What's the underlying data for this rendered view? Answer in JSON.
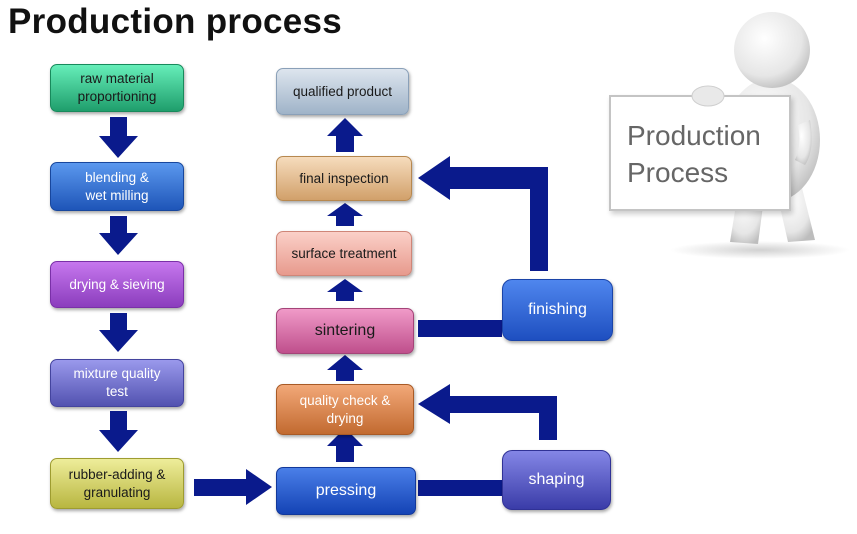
{
  "title": "Production process",
  "left_column": [
    {
      "line1": "raw material",
      "line2": "proportioning"
    },
    {
      "line1": "blending &",
      "line2": "wet milling"
    },
    {
      "line1": "drying & sieving",
      "line2": ""
    },
    {
      "line1": "mixture quality",
      "line2": "test"
    },
    {
      "line1": "rubber-adding &",
      "line2": "granulating"
    }
  ],
  "middle_column": {
    "pressing": "pressing",
    "quality_check": {
      "line1": "quality check &",
      "line2": "drying"
    },
    "sintering": "sintering",
    "surface_treatment": "surface treatment",
    "final_inspection": "final inspection",
    "qualified_product": "qualified product"
  },
  "side_steps": {
    "shaping": "shaping",
    "finishing": "finishing"
  },
  "board": {
    "line1": "Production",
    "line2": "Process"
  },
  "colors": {
    "arrow": "#0a1a8c",
    "board_text": "#666666"
  }
}
